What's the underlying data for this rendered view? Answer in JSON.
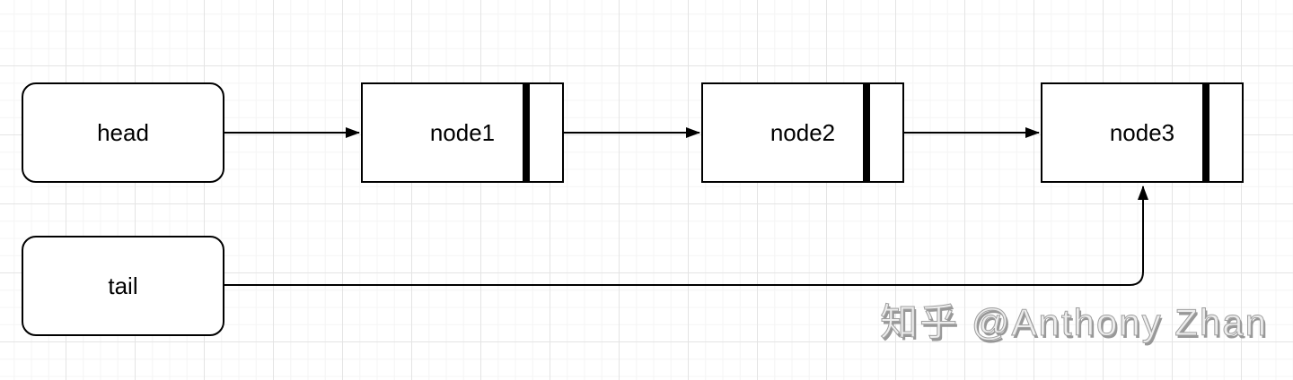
{
  "diagram": {
    "head": {
      "label": "head"
    },
    "tail": {
      "label": "tail"
    },
    "nodes": [
      {
        "label": "node1"
      },
      {
        "label": "node2"
      },
      {
        "label": "node3"
      }
    ],
    "connections": [
      "head -> node1",
      "node1 -> node2",
      "node2 -> node3",
      "tail -> node3"
    ]
  },
  "watermark": {
    "text": "知乎 @Anthony Zhan",
    "color": "#8d8d8d"
  },
  "colors": {
    "shape_stroke": "#000000",
    "shape_fill": "#ffffff",
    "grid_minor": "#f4f4f4",
    "grid_major": "#e4e4e4",
    "background": "#ffffff"
  }
}
